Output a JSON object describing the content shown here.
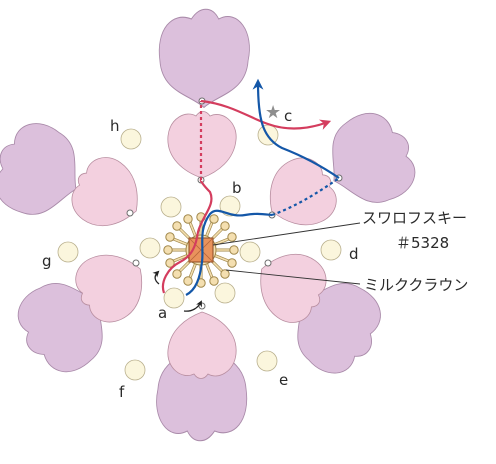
{
  "labels": {
    "a": "a",
    "b": "b",
    "c": "c",
    "d": "d",
    "e": "e",
    "f": "f",
    "g": "g",
    "h": "h"
  },
  "callouts": {
    "swarovski_name": "スワロフスキー",
    "swarovski_number": "＃5328",
    "milk_crown": "ミルククラウン"
  },
  "icons": {
    "star": "★"
  },
  "colors": {
    "outer_petal": "#dcc0dc",
    "outer_petal_stroke": "#a98aa9",
    "inner_petal": "#f3d0df",
    "inner_petal_stroke": "#b88ea0",
    "bead": "#fbf6dd",
    "bead_stroke": "#b9b08e",
    "wire_red": "#d43d5e",
    "wire_blue": "#1457a8",
    "crystal": "#e9935c",
    "crown": "#f4dfb0",
    "crown_stroke": "#a0874a",
    "leader": "#333333"
  }
}
